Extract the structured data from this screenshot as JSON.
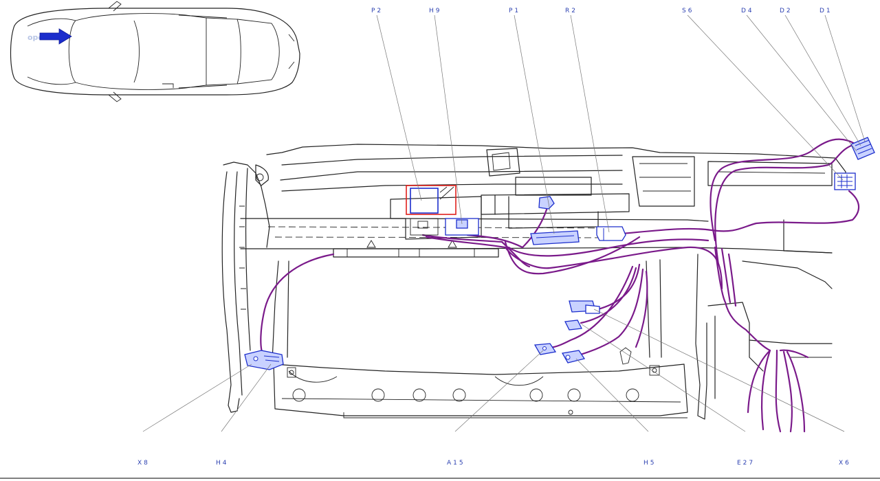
{
  "labels": {
    "top": [
      {
        "id": "P2",
        "text": "P2"
      },
      {
        "id": "H9",
        "text": "H9"
      },
      {
        "id": "P1",
        "text": "P1"
      },
      {
        "id": "R2",
        "text": "R2"
      },
      {
        "id": "S6",
        "text": "S6"
      },
      {
        "id": "D4",
        "text": "D4"
      },
      {
        "id": "D2",
        "text": "D2"
      },
      {
        "id": "D1",
        "text": "D1"
      }
    ],
    "bottom": [
      {
        "id": "X8",
        "text": "X8"
      },
      {
        "id": "H4",
        "text": "H4"
      },
      {
        "id": "A15",
        "text": "A15"
      },
      {
        "id": "H5",
        "text": "H5"
      },
      {
        "id": "E27",
        "text": "E27"
      },
      {
        "id": "X6",
        "text": "X6"
      }
    ]
  },
  "watermark": "oper.co",
  "colors": {
    "harness": "#7a1a8a",
    "connector": "#1b2dcc",
    "highlight": "#e0201c",
    "label": "#2a3fb0",
    "arrow": "#1b2dcc"
  },
  "icons": {
    "car": "car-top-view-icon",
    "arrow": "direction-arrow-icon"
  }
}
